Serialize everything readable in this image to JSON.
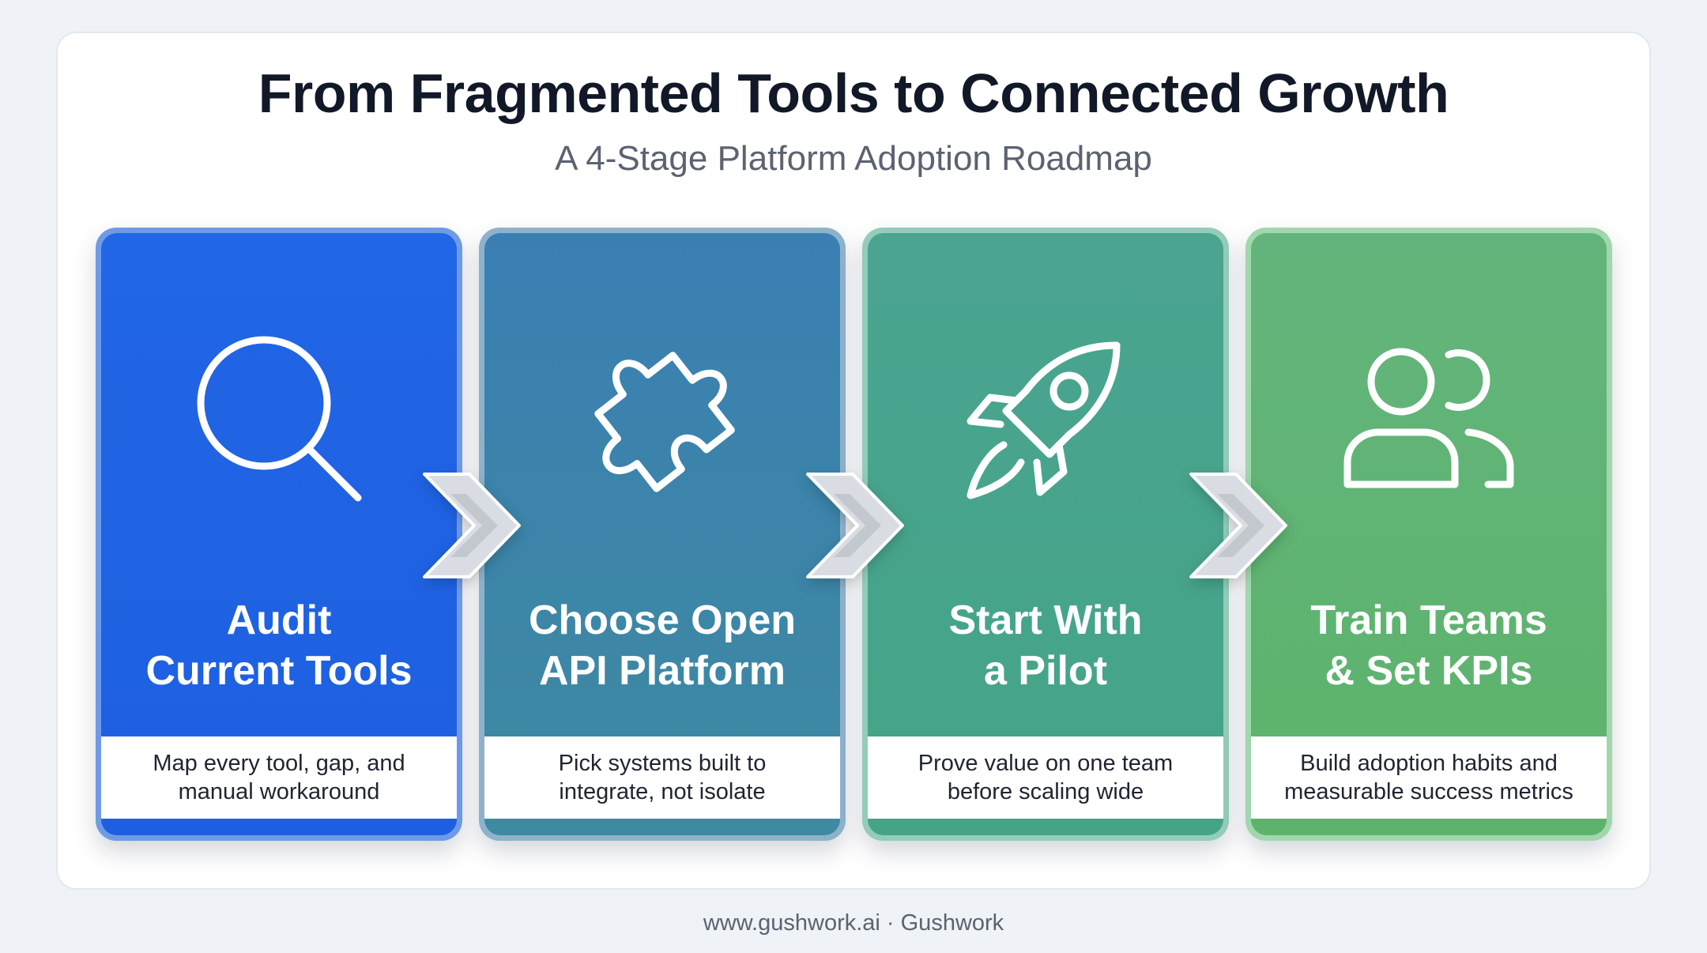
{
  "header": {
    "title": "From Fragmented Tools to Connected Growth",
    "subtitle": "A 4-Stage Platform Adoption Roadmap"
  },
  "stages": [
    {
      "icon": "search-icon",
      "title_lines": [
        "Audit",
        "Current Tools"
      ],
      "desc_lines": [
        "Map every tool, gap, and",
        "manual workaround"
      ],
      "color_top": "#2166e6",
      "color_bottom": "#1d5fe0",
      "border": "#6f9be6"
    },
    {
      "icon": "puzzle-icon",
      "title_lines": [
        "Choose Open",
        "API Platform"
      ],
      "desc_lines": [
        "Pick systems built to",
        "integrate, not isolate"
      ],
      "color_top": "#3a7fb3",
      "color_bottom": "#3e8aa0",
      "border": "#8fb2cc"
    },
    {
      "icon": "rocket-icon",
      "title_lines": [
        "Start With",
        "a Pilot"
      ],
      "desc_lines": [
        "Prove value on one team",
        "before scaling wide"
      ],
      "color_top": "#4aa490",
      "color_bottom": "#44a487",
      "border": "#93ccb9"
    },
    {
      "icon": "users-icon",
      "title_lines": [
        "Train Teams",
        "& Set KPIs"
      ],
      "desc_lines": [
        "Build adoption habits and",
        "measurable success metrics"
      ],
      "color_top": "#63b47c",
      "color_bottom": "#5db36b",
      "border": "#a2d6ad"
    }
  ],
  "footer": {
    "text": "www.gushwork.ai · Gushwork"
  }
}
